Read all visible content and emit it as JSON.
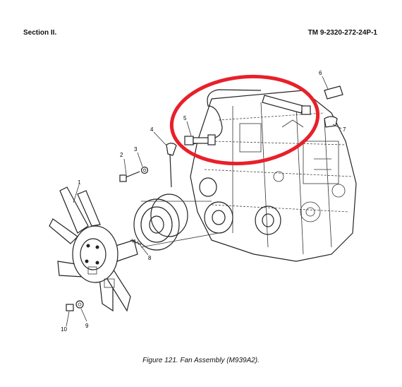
{
  "header": {
    "section": "Section II.",
    "manual_number": "TM 9-2320-272-24P-1"
  },
  "figure": {
    "caption": "Figure 121.  Fan Assembly (M939A2).",
    "highlight_color": "#e8202a",
    "callouts": [
      "1",
      "2",
      "3",
      "4",
      "5",
      "6",
      "7",
      "8",
      "9",
      "10"
    ]
  }
}
